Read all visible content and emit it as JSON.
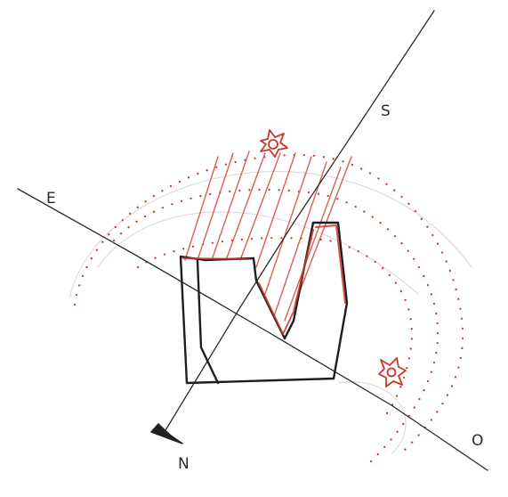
{
  "labels": {
    "south": "S",
    "east": "E",
    "north": "N",
    "west": "O"
  },
  "colors": {
    "paper": "#ffffff",
    "ink": "#1e1e1e",
    "red_ink": "#c8372a",
    "red_light": "#d9604f",
    "pencil": "#cfcfcf"
  },
  "icons": {
    "sun_top": "sun-icon",
    "sun_right": "sun-icon",
    "north_marker": "north-arrow-icon"
  }
}
